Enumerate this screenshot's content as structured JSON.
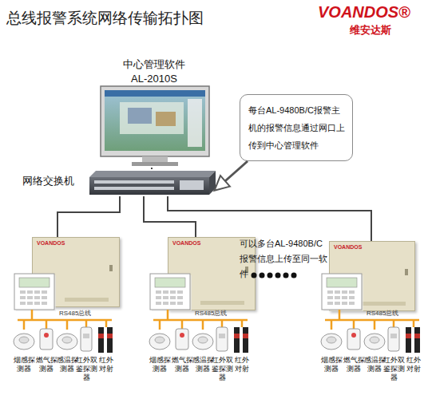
{
  "diagram": {
    "title": "总线报警系统网络传输拓扑图",
    "nodes": [
      {
        "text": [
          "中心管理软件 AL-2010S"
        ]
      },
      {
        "text": [
          "每台AL-9480B/C报警主机的报警信息通过网口上传到中心管理软件"
        ]
      },
      {
        "text": [
          "网络交换机"
        ]
      },
      {
        "text": [
          "VOANDOS"
        ]
      },
      {
        "text": [
          "VOANDOS"
        ]
      },
      {
        "text": [
          "VOANDOS"
        ]
      }
    ],
    "edges": [
      {
        "from": 0,
        "to": 2,
        "arrow": "none"
      },
      {
        "from": 1,
        "to": 2,
        "arrow": "to"
      },
      {
        "from": 2,
        "to": 3,
        "arrow": "none"
      },
      {
        "from": 2,
        "to": 4,
        "arrow": "none"
      },
      {
        "from": 2,
        "to": 5,
        "arrow": "none"
      }
    ],
    "labels": [
      "VOANDOS®",
      "维安达斯",
      "可以多台AL-9480B/C报警信息上传至同一软件",
      "RS485总线",
      "烟感探测器",
      "燃气探测器",
      "感温探测器",
      "红外双鉴探测器",
      "红外对射",
      "RS485总线",
      "烟感探测器",
      "燃气探测器",
      "感温探测器",
      "红外双鉴探测器",
      "红外对射",
      "RS485总线",
      "烟感探测器",
      "燃气探测器",
      "感温探测器",
      "红外双鉴探测器",
      "红外对射"
    ]
  }
}
